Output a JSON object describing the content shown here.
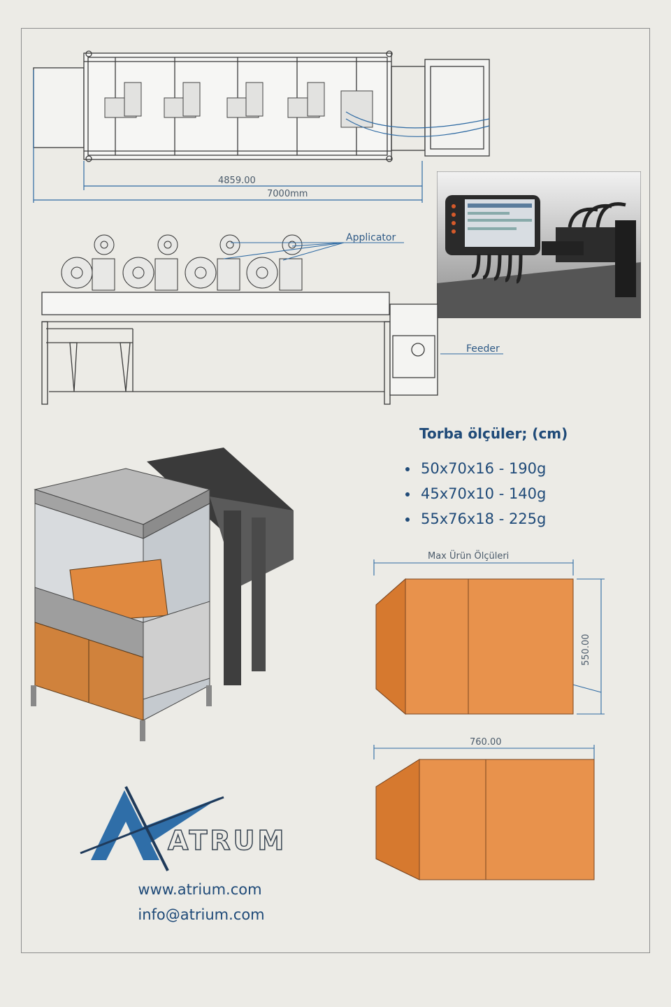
{
  "top_view": {
    "dim_inner": "4859.00",
    "dim_outer": "7000mm"
  },
  "side_view": {
    "label_applicator": "Applicator",
    "label_feeder": "Feeder"
  },
  "specs": {
    "title": "Torba ölçüler; (cm)",
    "items": [
      "50x70x16 - 190g",
      "45x70x10 - 140g",
      "55x76x18 - 225g"
    ]
  },
  "product_box": {
    "title": "Max Ürün Ölçüleri",
    "height_dim": "550.00",
    "width_dim": "760.00"
  },
  "brand": {
    "name": "ATRUM",
    "website": "www.atrium.com",
    "email": "info@atrium.com"
  },
  "colors": {
    "accent_blue": "#1f4a78",
    "orange": "#e8924c",
    "background": "#ecebe6"
  }
}
